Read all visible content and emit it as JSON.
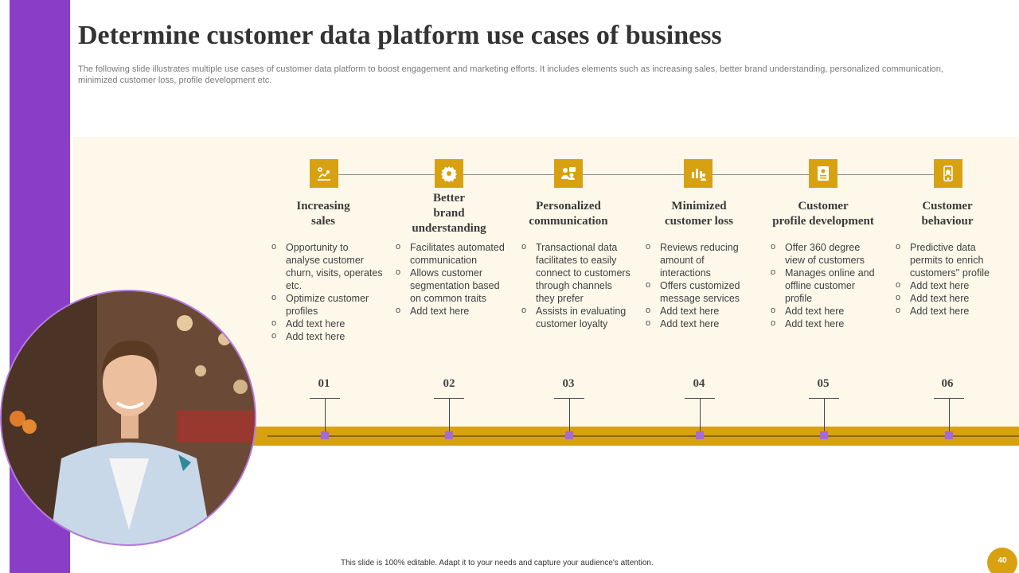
{
  "slide": {
    "title": "Determine customer data platform use cases of  business",
    "subtitle": "The following slide illustrates multiple use cases of customer data platform to boost engagement and marketing efforts. It includes elements such as increasing sales, better brand understanding, personalized communication, minimized customer loss, profile development etc.",
    "footer": "This slide is 100% editable. Adapt it to your needs and capture your audience's attention.",
    "page_number": "40"
  },
  "colors": {
    "accent_purple": "#8a3ec8",
    "accent_gold": "#d8a112",
    "panel_bg": "#fdf8ea",
    "marker_purple": "#a46cd0"
  },
  "columns": [
    {
      "icon": "sales-growth-icon",
      "title_lines": [
        "Increasing",
        "sales"
      ],
      "bullets": [
        "Opportunity to analyse customer churn, visits, operates etc.",
        "Optimize customer profiles",
        "Add text here",
        "Add text here"
      ],
      "number": "01"
    },
    {
      "icon": "brand-badge-icon",
      "title_lines": [
        "Better",
        "brand",
        "understanding"
      ],
      "bullets": [
        "Facilitates automated communication",
        "Allows customer segmentation based on common traits",
        "Add text here"
      ],
      "number": "02"
    },
    {
      "icon": "communication-people-icon",
      "title_lines": [
        "Personalized",
        "communication"
      ],
      "bullets": [
        "Transactional data facilitates to easily connect to customers through channels they prefer",
        " Assists in evaluating customer loyalty"
      ],
      "number": "03"
    },
    {
      "icon": "analytics-people-icon",
      "title_lines": [
        "Minimized",
        "customer loss"
      ],
      "bullets": [
        "Reviews reducing amount of interactions",
        "Offers customized message services",
        "Add text here",
        "Add text here"
      ],
      "number": "04"
    },
    {
      "icon": "profile-card-icon",
      "title_lines": [
        "Customer",
        "profile development"
      ],
      "bullets": [
        "Offer 360 degree view of customers",
        "Manages online and offline customer profile",
        "Add text here",
        "Add text here"
      ],
      "number": "05"
    },
    {
      "icon": "mobile-user-icon",
      "title_lines": [
        "Customer",
        "behaviour"
      ],
      "bullets": [
        "Predictive data permits to enrich customers'' profile",
        "Add text here",
        "Add text here",
        "Add text here"
      ],
      "number": "06"
    }
  ]
}
